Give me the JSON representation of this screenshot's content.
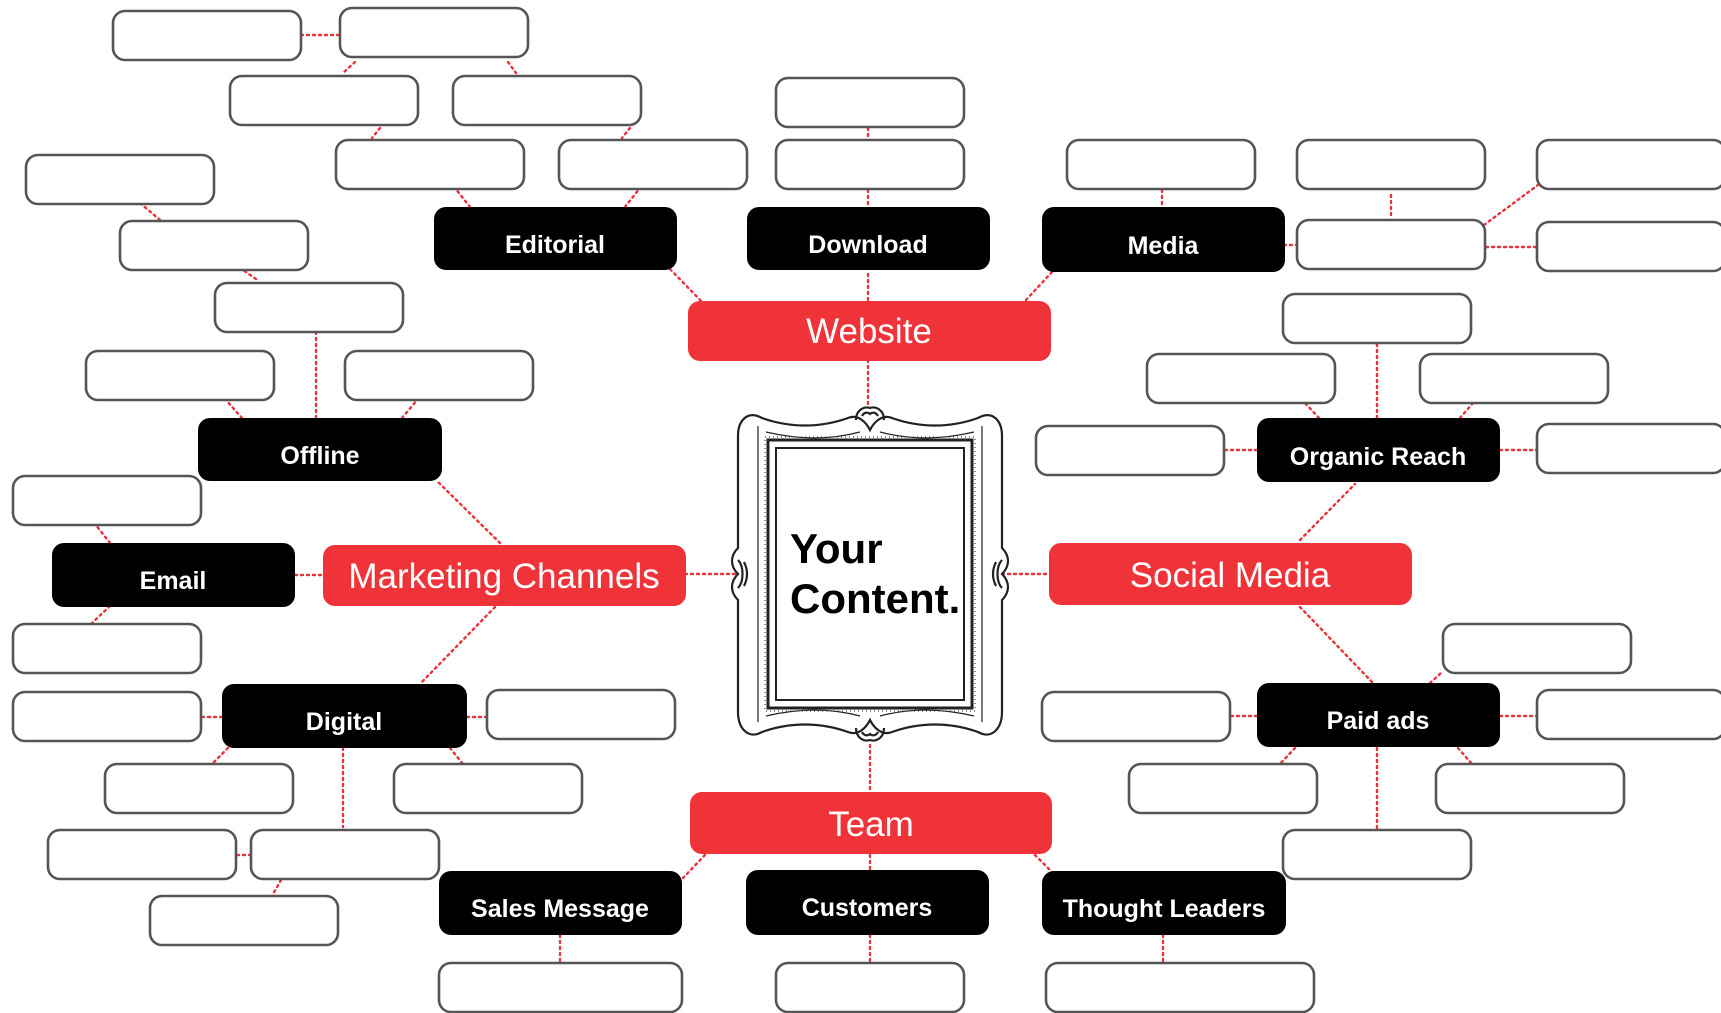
{
  "center": {
    "line1": "Your",
    "line2": "Content."
  },
  "topics": {
    "website": "Website",
    "marketing_channels": "Marketing Channels",
    "social_media": "Social Media",
    "team": "Team"
  },
  "subtopics": {
    "editorial": "Editorial",
    "download": "Download",
    "media": "Media",
    "offline": "Offline",
    "email": "Email",
    "digital": "Digital",
    "organic_reach": "Organic Reach",
    "paid_ads": "Paid ads",
    "sales_message": "Sales Message",
    "customers": "Customers",
    "thought_leaders": "Thought Leaders"
  },
  "colors": {
    "topic": "#ef3339",
    "subtopic": "#000000",
    "connector": "#e8333a",
    "empty_box_border": "#555555"
  }
}
